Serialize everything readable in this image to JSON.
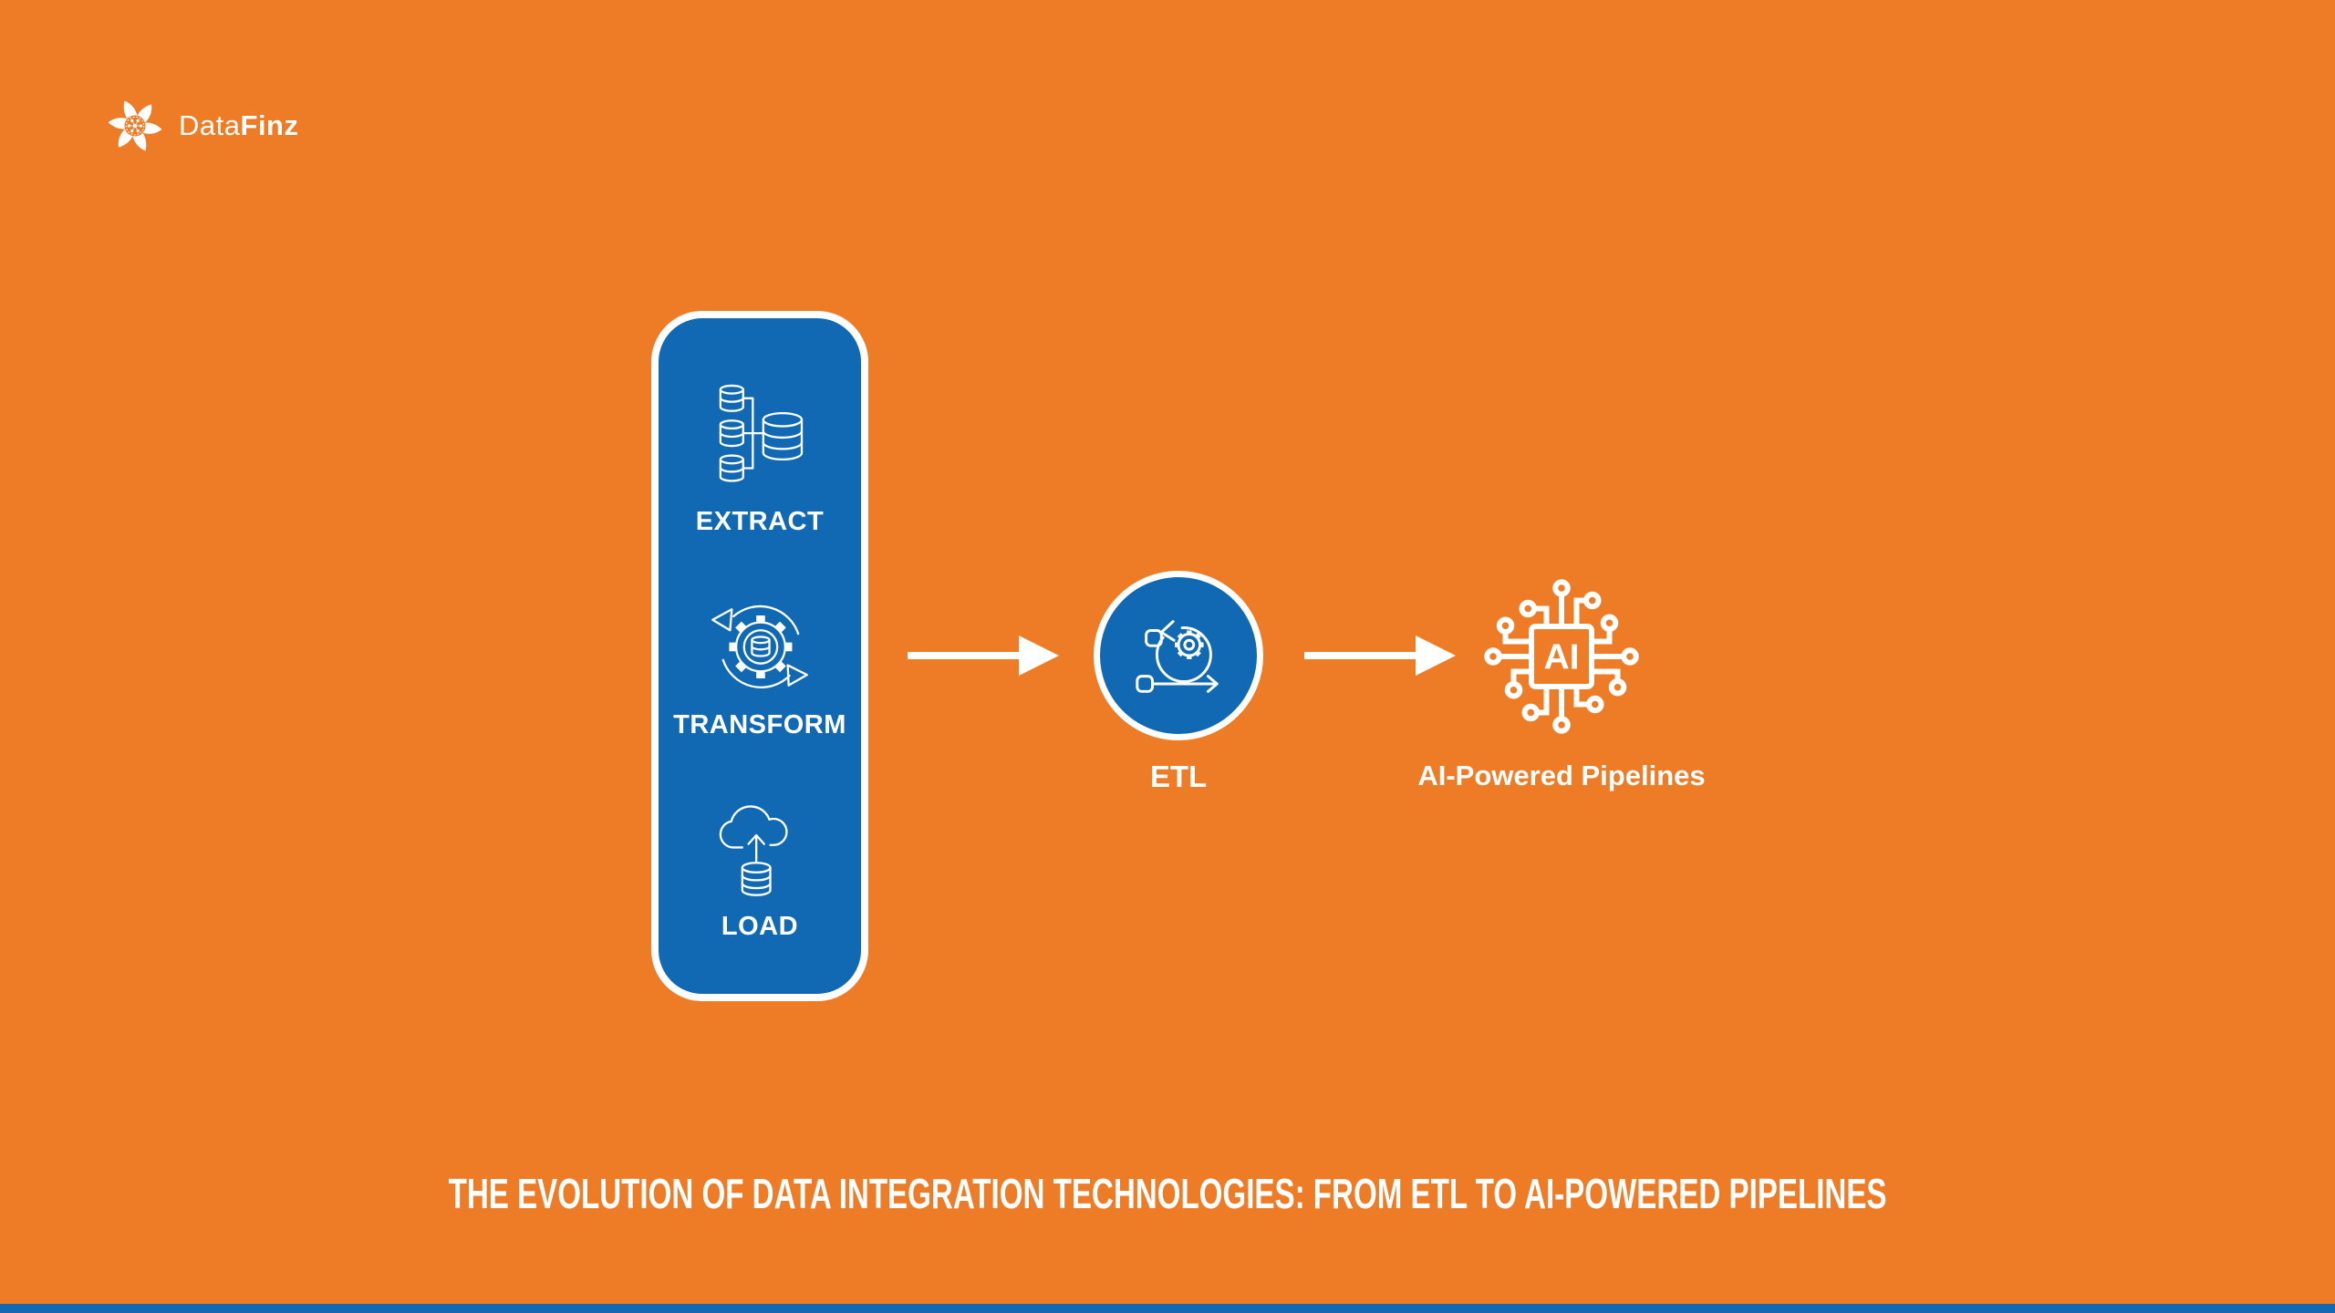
{
  "logo": {
    "icon": "pinwheel-logo-icon",
    "brand_regular": "Data",
    "brand_bold": "Finz"
  },
  "pipeline": {
    "etl_stack": {
      "stages": [
        {
          "label": "EXTRACT",
          "icon": "database-extract-icon"
        },
        {
          "label": "TRANSFORM",
          "icon": "gear-cycle-icon"
        },
        {
          "label": "LOAD",
          "icon": "cloud-upload-database-icon"
        }
      ]
    },
    "etl_node": {
      "label": "ETL",
      "icon": "process-loop-gear-icon"
    },
    "ai_node": {
      "label": "AI-Powered Pipelines",
      "chip_label": "AI",
      "icon": "ai-chip-circuit-icon"
    }
  },
  "title": "THE EVOLUTION OF DATA INTEGRATION TECHNOLOGIES: FROM ETL TO AI-POWERED PIPELINES",
  "colors": {
    "background": "#EE7B26",
    "node_blue": "#1169B3",
    "accent_bar_blue": "#1268B3",
    "text_white": "#FFFFFF"
  }
}
